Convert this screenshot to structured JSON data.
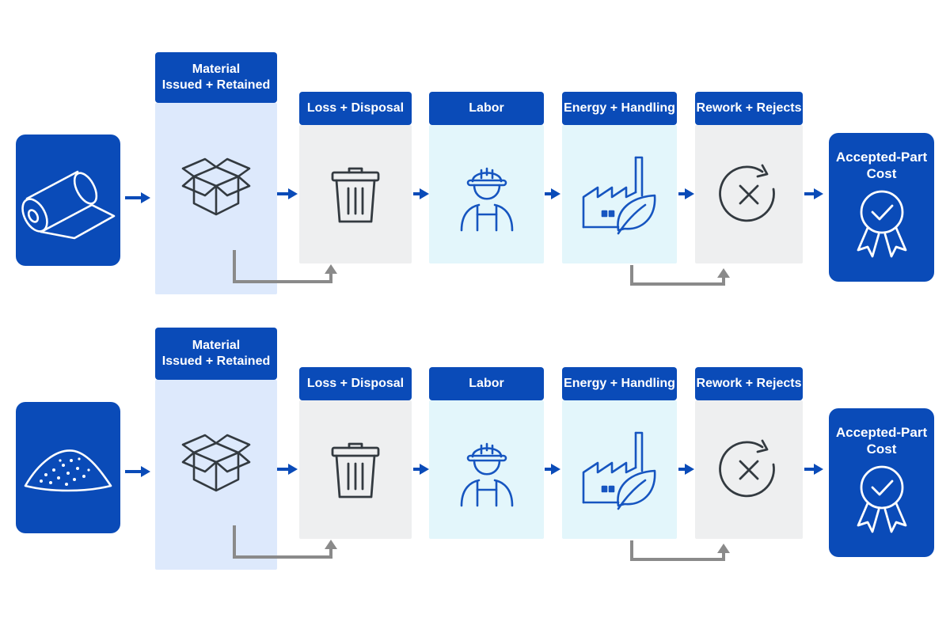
{
  "colors": {
    "primary": "#0a4bb8",
    "material_body": "#dde9fc",
    "loss_body": "#eeeff0",
    "labor_body": "#e3f6fb",
    "energy_body": "#e3f6fb",
    "rework_body": "#eeeff0",
    "return_arrow": "#8a8a8a",
    "icon_dark": "#333a40",
    "icon_blue": "#1655c0"
  },
  "rows": [
    {
      "source_icon": "roll-icon",
      "steps": {
        "material": "Material\nIssued + Retained",
        "loss": "Loss + Disposal",
        "labor": "Labor",
        "energy": "Energy + Handling",
        "rework": "Rework + Rejects"
      },
      "result": "Accepted-Part\nCost"
    },
    {
      "source_icon": "powder-pile-icon",
      "steps": {
        "material": "Material\nIssued + Retained",
        "loss": "Loss + Disposal",
        "labor": "Labor",
        "energy": "Energy + Handling",
        "rework": "Rework + Rejects"
      },
      "result": "Accepted-Part\nCost"
    }
  ]
}
